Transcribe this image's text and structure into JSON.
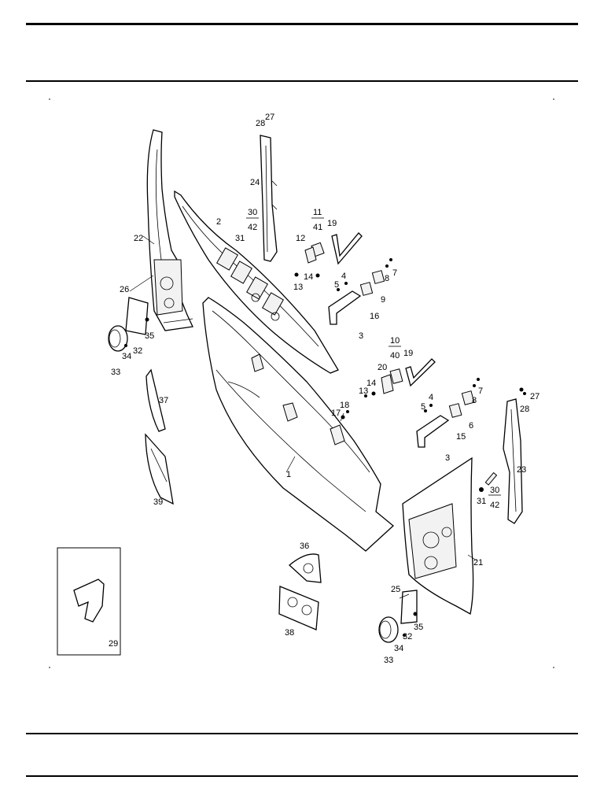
{
  "labels": {
    "p1": "1",
    "p2": "2",
    "p3a": "3",
    "p3b": "3",
    "p4a": "4",
    "p4b": "4",
    "p5a": "5",
    "p5b": "5",
    "p6": "6",
    "p7a": "7",
    "p7b": "7",
    "p8a": "8",
    "p8b": "8",
    "p9": "9",
    "p10": "10",
    "p40": "40",
    "p11": "11",
    "p41": "41",
    "p12": "12",
    "p13a": "13",
    "p13b": "13",
    "p14a": "14",
    "p14b": "14",
    "p15": "15",
    "p16": "16",
    "p17": "17",
    "p18": "18",
    "p19a": "19",
    "p19b": "19",
    "p20": "20",
    "p21": "21",
    "p22": "22",
    "p23": "23",
    "p24": "24",
    "p25": "25",
    "p26": "26",
    "p27a": "27",
    "p27b": "27",
    "p28a": "28",
    "p28b": "28",
    "p29": "29",
    "p30a": "30",
    "p42a": "42",
    "p30b": "30",
    "p42b": "42",
    "p31a": "31",
    "p31b": "31",
    "p32a": "32",
    "p32b": "32",
    "p33a": "33",
    "p33b": "33",
    "p34a": "34",
    "p34b": "34",
    "p35a": "35",
    "p35b": "35",
    "p36": "36",
    "p37": "37",
    "p38": "38",
    "p39": "39"
  }
}
